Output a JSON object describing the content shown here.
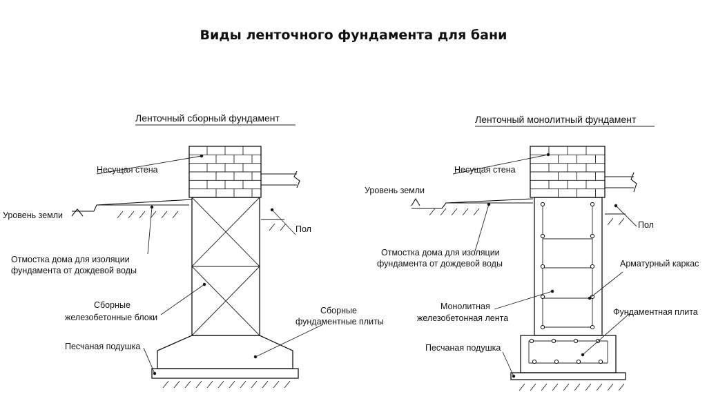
{
  "title": "Виды ленточного фундамента для бани",
  "left": {
    "heading": "Ленточный сборный фундамент",
    "labels": {
      "wall": "Несущая стена",
      "ground": "Уровень земли",
      "floor": "Пол",
      "blind_area_1": "Отмостка дома для изоляции",
      "blind_area_2": "фундамента от дождевой воды",
      "blocks_1": "Сборные",
      "blocks_2": "железобетонные блоки",
      "slabs_1": "Сборные",
      "slabs_2": "фундаментные плиты",
      "sand": "Песчаная подушка"
    }
  },
  "right": {
    "heading": "Ленточный монолитный фундамент",
    "labels": {
      "wall": "Несущая стена",
      "ground": "Уровень земли",
      "floor": "Пол",
      "blind_area_1": "Отмостка дома для изоляции",
      "blind_area_2": "фундамента от дождевой воды",
      "rebar": "Арматурный каркас",
      "strip_1": "Монолитная",
      "strip_2": "железобетонная лента",
      "slab": "Фундаментная плита",
      "sand": "Песчаная подушка"
    }
  }
}
